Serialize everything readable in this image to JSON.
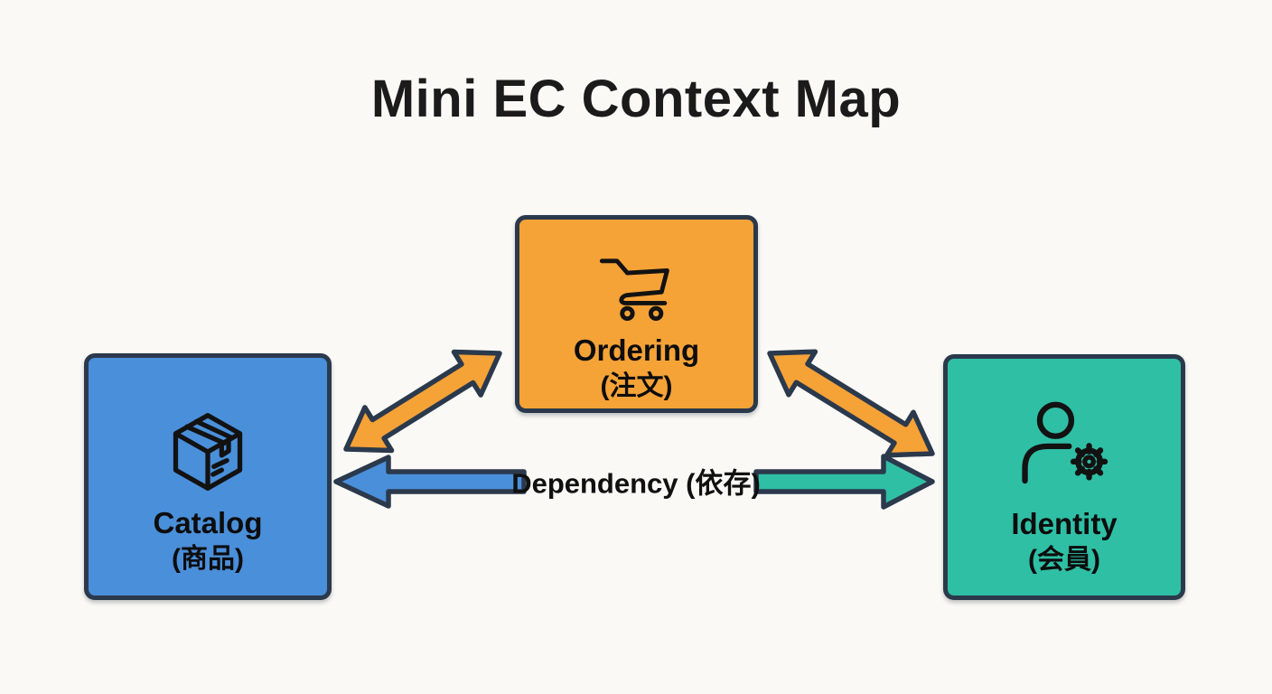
{
  "title": "Mini EC Context Map",
  "colors": {
    "background": "#FAF9F5",
    "outline": "#2B394C",
    "text_dark": "#0D0D0D",
    "catalog_blue": "#4A8FDA",
    "ordering_orange": "#F5A237",
    "identity_teal": "#2FBFA5"
  },
  "contexts": [
    {
      "name": "Catalog",
      "name_ja": "(商品)",
      "icon": "package-icon"
    },
    {
      "name": "Ordering",
      "name_ja": "(注文)",
      "icon": "shopping-cart-icon"
    },
    {
      "name": "Identity",
      "name_ja": "(会員)",
      "icon": "user-gear-icon"
    }
  ],
  "relations": {
    "dependency_label": "Dependency (依存)",
    "arrows": [
      {
        "between": "Catalog and Ordering",
        "type": "bidirectional",
        "color": "#F5A237"
      },
      {
        "between": "Ordering and Identity",
        "type": "bidirectional",
        "color": "#F5A237"
      },
      {
        "between": "Dependency label to Catalog",
        "type": "one-way-left",
        "color": "#4A8FDA"
      },
      {
        "between": "Dependency label to Identity",
        "type": "one-way-right",
        "color": "#2FBFA5"
      }
    ]
  }
}
